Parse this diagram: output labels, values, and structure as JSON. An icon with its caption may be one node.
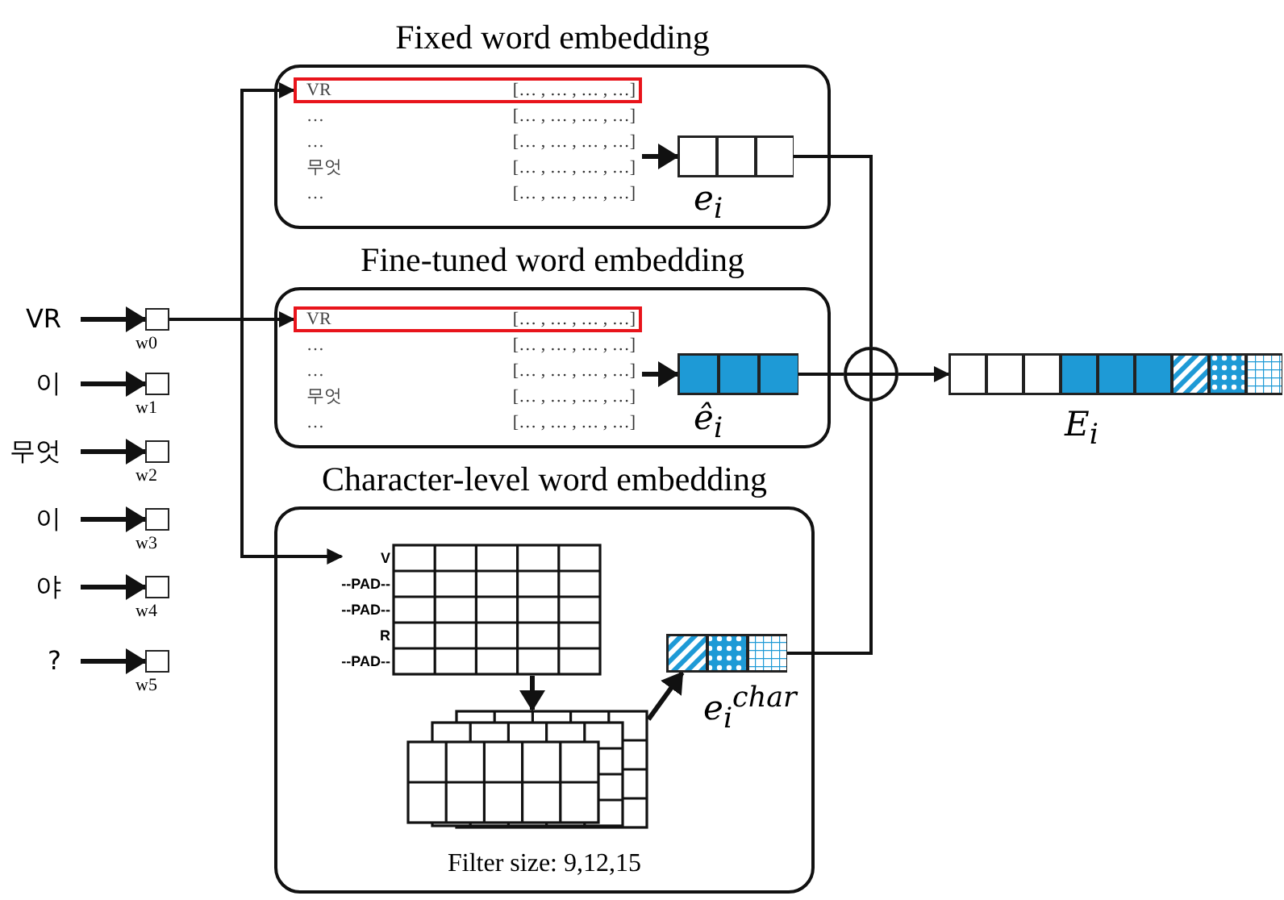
{
  "diagram": {
    "nodes": [
      {
        "text": [
          "VR"
        ]
      },
      {
        "text": [],
        "shape": "box",
        "beside": [
          "w0"
        ]
      },
      {
        "text": [
          "이"
        ]
      },
      {
        "text": [],
        "shape": "box",
        "beside": [
          "w1"
        ]
      },
      {
        "text": [
          "무엇"
        ]
      },
      {
        "text": [],
        "shape": "box",
        "beside": [
          "w2"
        ]
      },
      {
        "text": [
          "이"
        ]
      },
      {
        "text": [],
        "shape": "box",
        "beside": [
          "w3"
        ]
      },
      {
        "text": [
          "야"
        ]
      },
      {
        "text": [],
        "shape": "box",
        "beside": [
          "w4"
        ]
      },
      {
        "text": [
          "?"
        ]
      },
      {
        "text": [],
        "shape": "box",
        "beside": [
          "w5"
        ]
      },
      {
        "text": [
          "Fixed word embedding"
        ]
      },
      {
        "text": [
          "VR",
          "[… , … , … , …]",
          "…",
          "[… , … , … , …]",
          "…",
          "[… , … , … , …]",
          "무엇",
          "[… , … , … , …]",
          "…",
          "[… , … , … , …]"
        ],
        "in": 12
      },
      {
        "text": [],
        "shape": "bar",
        "in": 12,
        "beside": [
          "e$_{i}$"
        ]
      },
      {
        "text": [
          "Fine-tuned word embedding"
        ]
      },
      {
        "text": [
          "VR",
          "[… , … , … , …]",
          "…",
          "[… , … , … , …]",
          "…",
          "[… , … , … , …]",
          "무엇",
          "[… , … , … , …]",
          "…",
          "[… , … , … , …]"
        ],
        "in": 15
      },
      {
        "text": [],
        "shape": "bar",
        "in": 15,
        "beside": [
          "ê$_{i}$"
        ]
      },
      {
        "text": [
          "Character-level word embedding",
          "Filter size: 9,12,15"
        ]
      },
      {
        "text": [
          "V",
          "--PAD--",
          "--PAD--",
          "R",
          "--PAD--"
        ],
        "in": 18
      },
      {
        "text": [],
        "shape": "picture",
        "in": 18
      },
      {
        "text": [],
        "shape": "bar",
        "in": 18,
        "beside": [
          "e$_{i}$$^{char}$"
        ]
      },
      {
        "text": [],
        "shape": "circle"
      },
      {
        "text": [],
        "shape": "bar",
        "beside": [
          "E$_{i}$"
        ]
      }
    ],
    "edges": [
      {
        "from": 0,
        "to": 1,
        "arrow": "to"
      },
      {
        "from": 2,
        "to": 3,
        "arrow": "to"
      },
      {
        "from": 4,
        "to": 5,
        "arrow": "to"
      },
      {
        "from": 6,
        "to": 7,
        "arrow": "to"
      },
      {
        "from": 8,
        "to": 9,
        "arrow": "to"
      },
      {
        "from": 10,
        "to": 11,
        "arrow": "to"
      },
      {
        "from": 1,
        "to": 13,
        "arrow": "to"
      },
      {
        "from": 1,
        "to": 16,
        "arrow": "to"
      },
      {
        "from": 1,
        "to": 19,
        "arrow": "to"
      },
      {
        "from": 13,
        "to": 14,
        "arrow": "to"
      },
      {
        "from": 16,
        "to": 17,
        "arrow": "to"
      },
      {
        "from": 19,
        "to": 20,
        "arrow": "to"
      },
      {
        "from": 20,
        "to": 21,
        "arrow": "to"
      },
      {
        "from": 14,
        "to": 22,
        "arrow": "none"
      },
      {
        "from": 17,
        "to": 22,
        "arrow": "none"
      },
      {
        "from": 21,
        "to": 22,
        "arrow": "none"
      },
      {
        "from": 22,
        "to": 23,
        "arrow": "to"
      }
    ]
  }
}
